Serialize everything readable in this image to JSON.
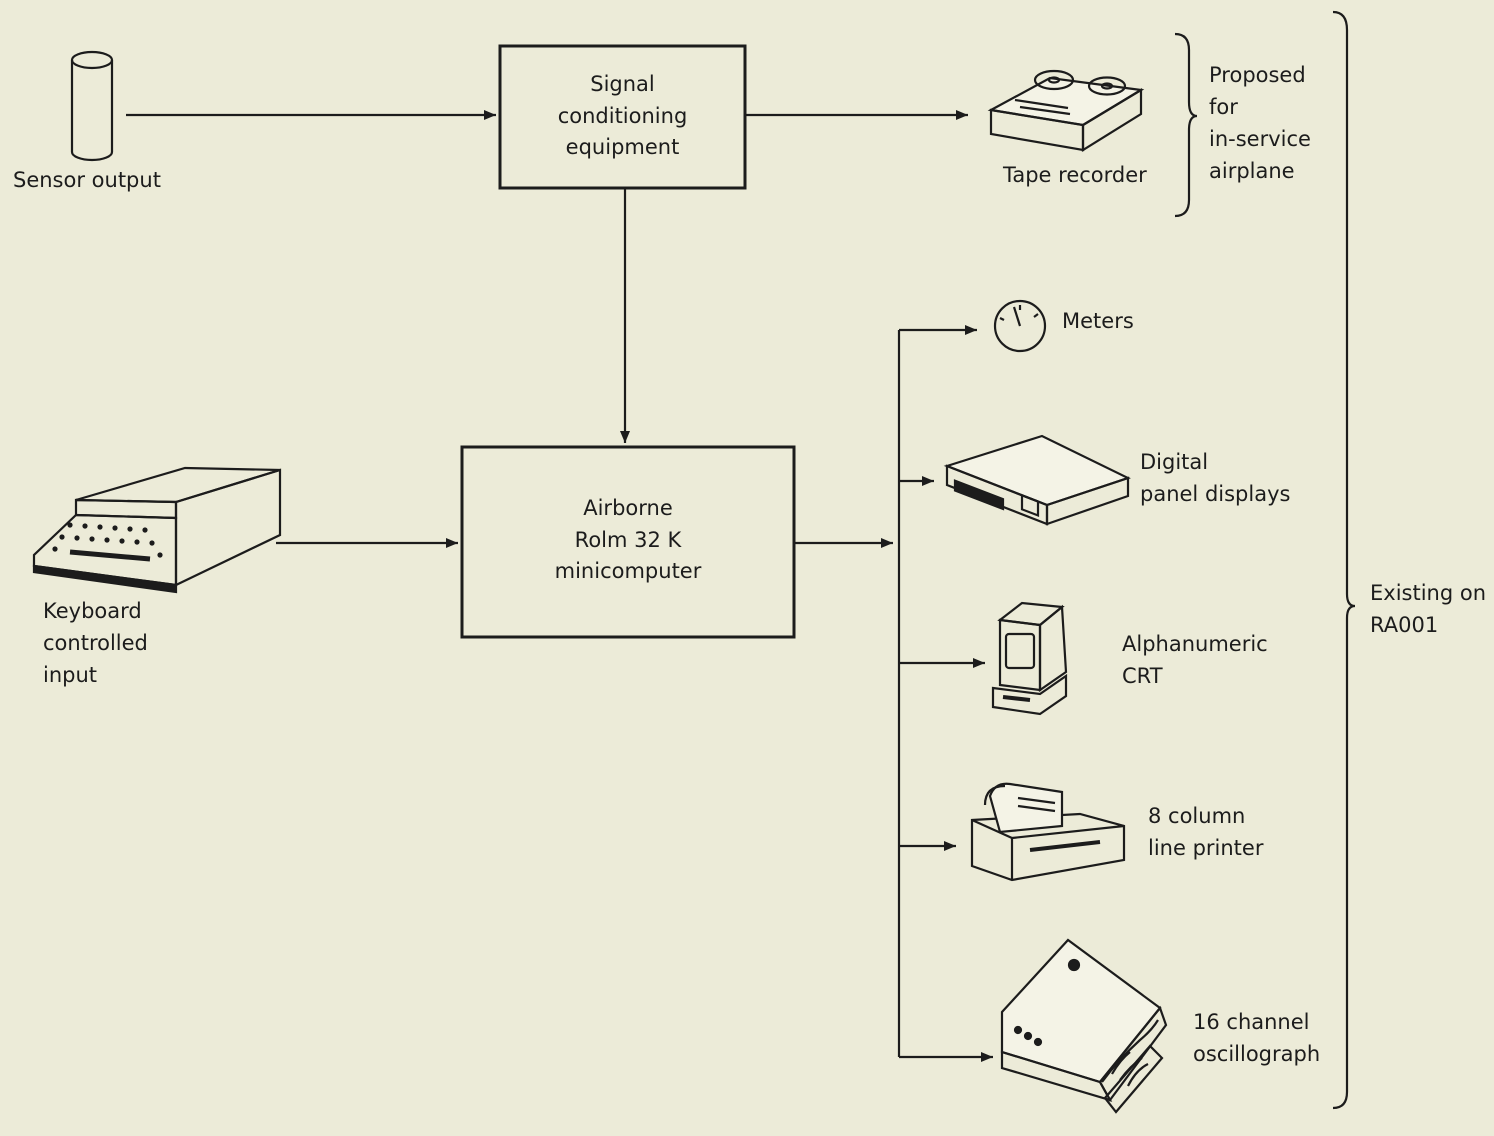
{
  "sensor": {
    "label": "Sensor output"
  },
  "signal_box": {
    "lines": [
      "Signal",
      "conditioning",
      "equipment"
    ]
  },
  "computer_box": {
    "lines": [
      "Airborne",
      "Rolm 32 K",
      "minicomputer"
    ]
  },
  "keyboard": {
    "lines": [
      "Keyboard",
      "controlled",
      "input"
    ]
  },
  "tape_recorder": {
    "label": "Tape recorder"
  },
  "proposed_note": {
    "lines": [
      "Proposed",
      "for",
      "in-service",
      "airplane"
    ]
  },
  "existing_note": {
    "lines": [
      "Existing on",
      "RA001"
    ]
  },
  "outputs": {
    "meters": {
      "lines": [
        "Meters"
      ]
    },
    "digital": {
      "lines": [
        "Digital",
        "panel displays"
      ]
    },
    "crt": {
      "lines": [
        "Alphanumeric",
        "CRT"
      ]
    },
    "printer": {
      "lines": [
        "8 column",
        "line printer"
      ]
    },
    "oscillograph": {
      "lines": [
        "16 channel",
        "oscillograph"
      ]
    }
  },
  "colors": {
    "background": "#ecebd8",
    "ink": "#1c1c1c"
  }
}
